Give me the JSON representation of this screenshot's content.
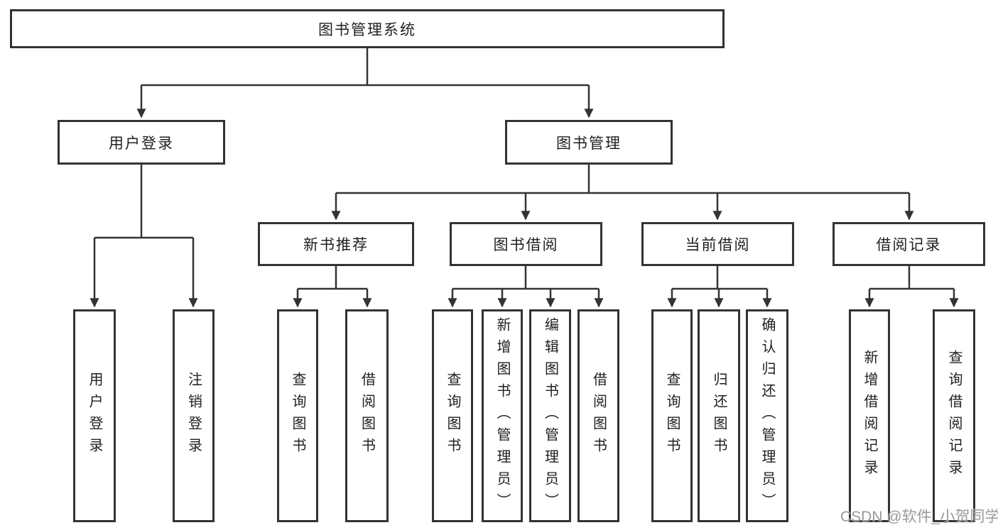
{
  "diagram": {
    "type": "tree",
    "root": {
      "label": "图书管理系统"
    },
    "level2": [
      {
        "label": "用户登录"
      },
      {
        "label": "图书管理"
      }
    ],
    "level3": [
      {
        "label": "新书推荐",
        "parent": "图书管理"
      },
      {
        "label": "图书借阅",
        "parent": "图书管理"
      },
      {
        "label": "当前借阅",
        "parent": "图书管理"
      },
      {
        "label": "借阅记录",
        "parent": "图书管理"
      }
    ],
    "leaves": [
      {
        "label": "用户登录",
        "parent": "用户登录"
      },
      {
        "label": "注销登录",
        "parent": "用户登录"
      },
      {
        "label": "查询图书",
        "parent": "新书推荐"
      },
      {
        "label": "借阅图书",
        "parent": "新书推荐"
      },
      {
        "label": "查询图书",
        "parent": "图书借阅"
      },
      {
        "label": "新增图书（管理员）",
        "parent": "图书借阅"
      },
      {
        "label": "编辑图书（管理员）",
        "parent": "图书借阅"
      },
      {
        "label": "借阅图书",
        "parent": "图书借阅"
      },
      {
        "label": "查询图书",
        "parent": "当前借阅"
      },
      {
        "label": "归还图书",
        "parent": "当前借阅"
      },
      {
        "label": "确认归还（管理员）",
        "parent": "当前借阅"
      },
      {
        "label": "新增借阅记录",
        "parent": "借阅记录"
      },
      {
        "label": "查询借阅记录",
        "parent": "借阅记录"
      }
    ],
    "colors": {
      "line": "#333333",
      "box_border": "#333333",
      "text": "#1f1f1f",
      "watermark": "#949494",
      "background": "#ffffff"
    },
    "watermark": "CSDN @软件_小贺同学"
  }
}
